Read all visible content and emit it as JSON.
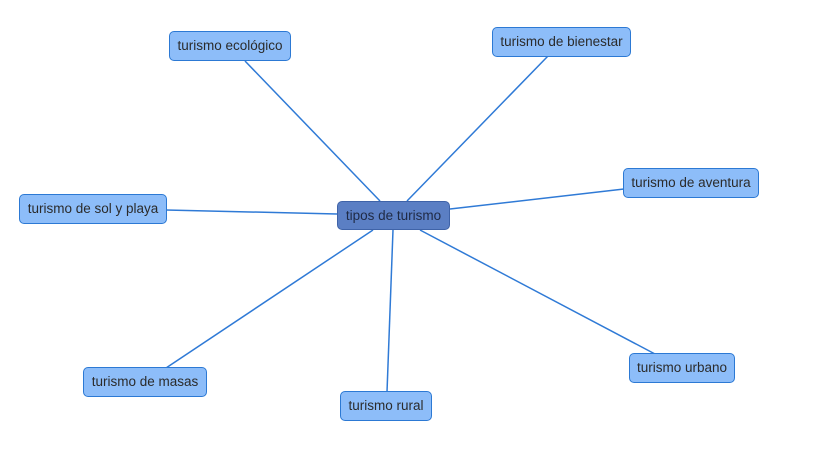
{
  "root": {
    "label": "tipos de turismo"
  },
  "nodes": [
    {
      "id": "ecologico",
      "label": "turismo ecológico"
    },
    {
      "id": "bienestar",
      "label": "turismo de bienestar"
    },
    {
      "id": "aventura",
      "label": "turismo de aventura"
    },
    {
      "id": "sol-y-playa",
      "label": "turismo de sol y playa"
    },
    {
      "id": "urbano",
      "label": "turismo urbano"
    },
    {
      "id": "masas",
      "label": "turismo de masas"
    },
    {
      "id": "rural",
      "label": "turismo rural"
    }
  ],
  "colors": {
    "edge": "#2f7ad6",
    "node_fill": "#8dbdf9",
    "node_border": "#2c79d4",
    "root_fill": "#5b7fc4",
    "root_border": "#3f63a8"
  }
}
